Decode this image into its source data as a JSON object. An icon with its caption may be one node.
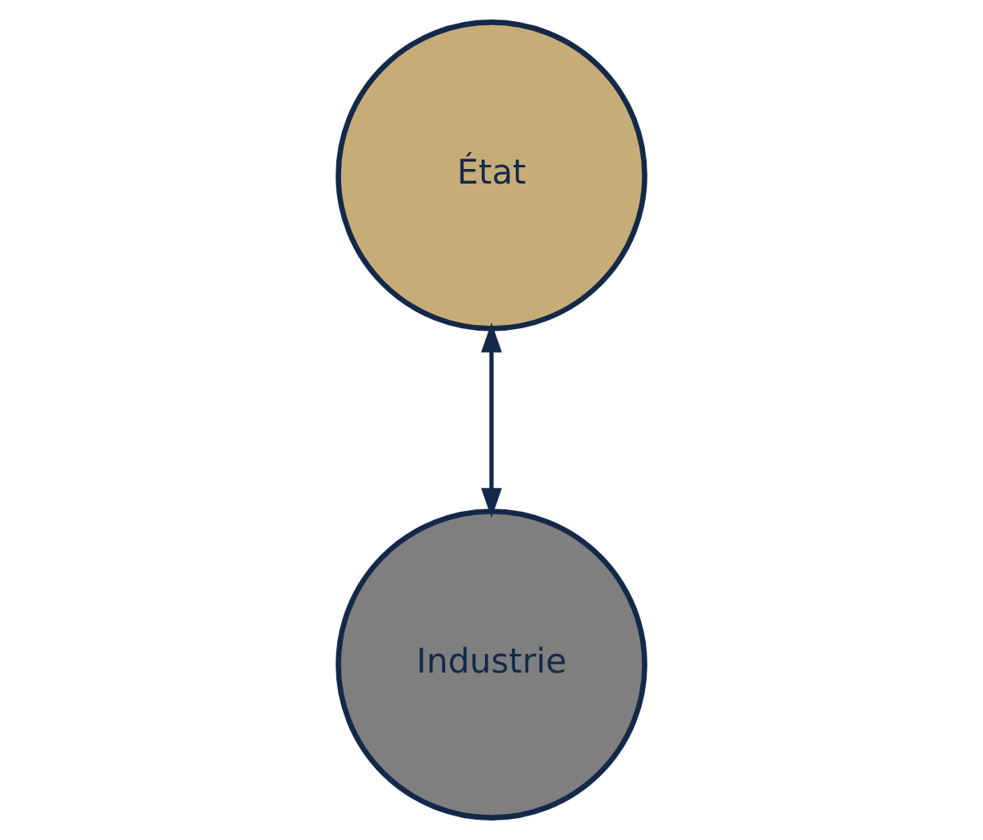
{
  "diagram": {
    "nodes": [
      {
        "text": [
          "État"
        ]
      },
      {
        "text": [
          "Industrie"
        ]
      }
    ],
    "edges": [
      {
        "from": 0,
        "to": 1,
        "arrow": "both"
      }
    ]
  }
}
